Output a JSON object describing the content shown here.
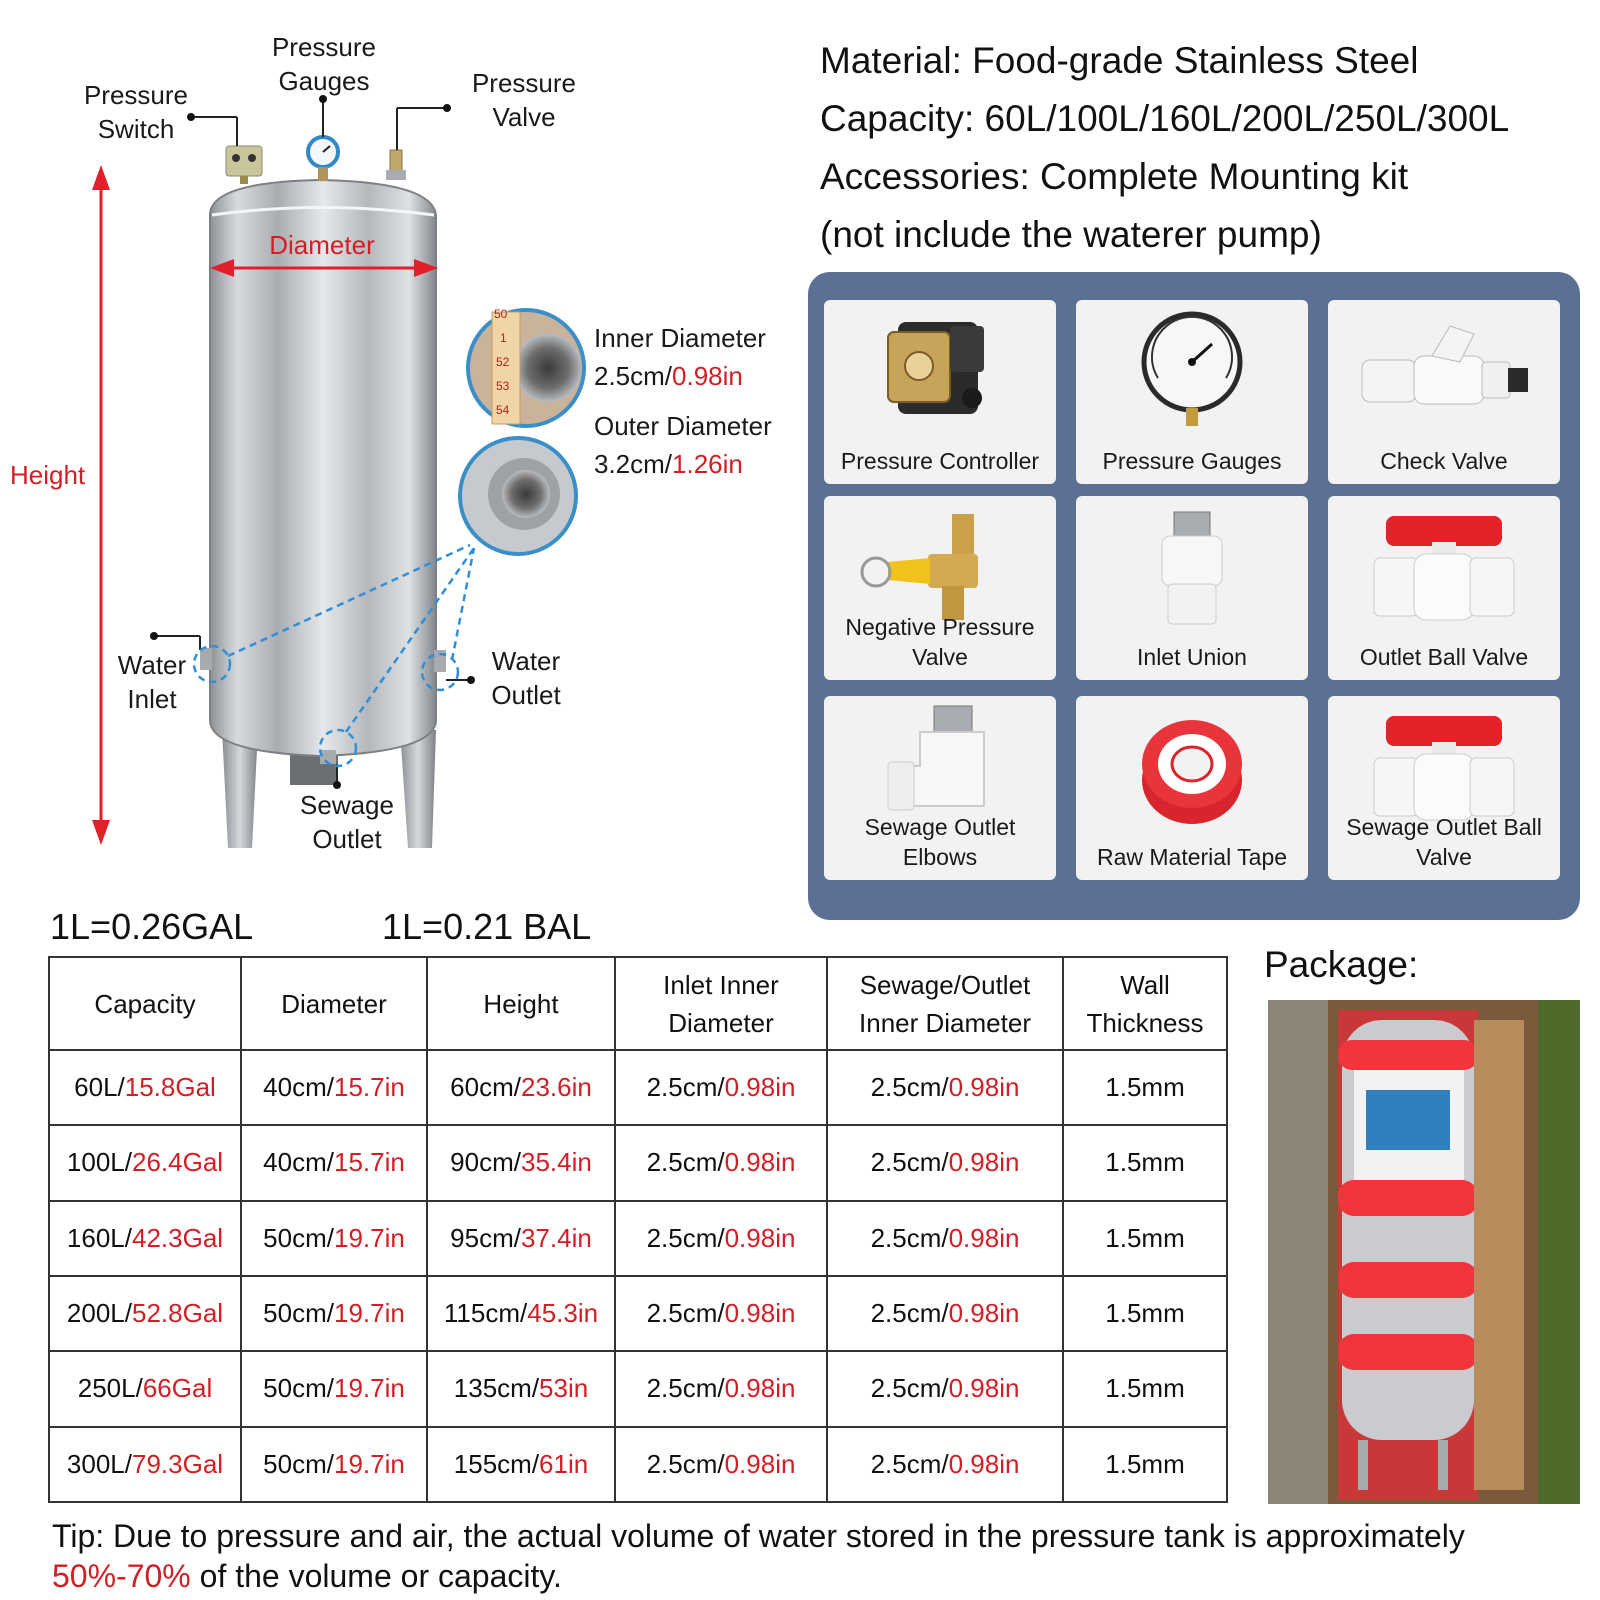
{
  "diagram": {
    "pressure_switch": "Pressure\nSwitch",
    "pressure_gauges": "Pressure\nGauges",
    "pressure_valve": "Pressure\nValve",
    "diameter": "Diameter",
    "height": "Height",
    "water_inlet": "Water\nInlet",
    "water_outlet": "Water\nOutlet",
    "sewage_outlet": "Sewage\nOutlet",
    "inner_diameter_title": "Inner Diameter",
    "inner_diameter_cm": "2.5cm/",
    "inner_diameter_in": "0.98in",
    "outer_diameter_title": "Outer Diameter",
    "outer_diameter_cm": "3.2cm/",
    "outer_diameter_in": "1.26in",
    "ruler_ticks": [
      "50",
      "1",
      "52",
      "53",
      "54"
    ]
  },
  "specs": {
    "material": "Material: Food-grade Stainless Steel",
    "capacity": "Capacity: 60L/100L/160L/200L/250L/300L",
    "accessories": "Accessories: Complete Mounting kit",
    "note": "(not include the waterer pump)"
  },
  "accessories": [
    {
      "label": "Pressure Controller",
      "icon": "pressure-controller-icon"
    },
    {
      "label": "Pressure Gauges",
      "icon": "pressure-gauge-icon"
    },
    {
      "label": "Check Valve",
      "icon": "check-valve-icon"
    },
    {
      "label": "Negative Pressure Valve",
      "icon": "negative-pressure-valve-icon"
    },
    {
      "label": "Inlet Union",
      "icon": "inlet-union-icon"
    },
    {
      "label": "Outlet Ball Valve",
      "icon": "ball-valve-icon"
    },
    {
      "label": "Sewage Outlet Elbows",
      "icon": "elbow-icon"
    },
    {
      "label": "Raw Material Tape",
      "icon": "tape-icon"
    },
    {
      "label": "Sewage Outlet Ball Valve",
      "icon": "ball-valve-icon"
    }
  ],
  "conversions": {
    "gal": "1L=0.26GAL",
    "bal": "1L=0.21 BAL"
  },
  "table": {
    "headers": [
      "Capacity",
      "Diameter",
      "Height",
      "Inlet Inner Diameter",
      "Sewage/Outlet Inner Diameter",
      "Wall Thickness"
    ],
    "rows": [
      [
        [
          "60L/",
          "15.8Gal"
        ],
        [
          "40cm/",
          "15.7in"
        ],
        [
          "60cm/",
          "23.6in"
        ],
        [
          "2.5cm/",
          "0.98in"
        ],
        [
          "2.5cm/",
          "0.98in"
        ],
        [
          "1.5mm",
          ""
        ]
      ],
      [
        [
          "100L/",
          "26.4Gal"
        ],
        [
          "40cm/",
          "15.7in"
        ],
        [
          "90cm/",
          "35.4in"
        ],
        [
          "2.5cm/",
          "0.98in"
        ],
        [
          "2.5cm/",
          "0.98in"
        ],
        [
          "1.5mm",
          ""
        ]
      ],
      [
        [
          "160L/",
          "42.3Gal"
        ],
        [
          "50cm/",
          "19.7in"
        ],
        [
          "95cm/",
          "37.4in"
        ],
        [
          "2.5cm/",
          "0.98in"
        ],
        [
          "2.5cm/",
          "0.98in"
        ],
        [
          "1.5mm",
          ""
        ]
      ],
      [
        [
          "200L/",
          "52.8Gal"
        ],
        [
          "50cm/",
          "19.7in"
        ],
        [
          "115cm/",
          "45.3in"
        ],
        [
          "2.5cm/",
          "0.98in"
        ],
        [
          "2.5cm/",
          "0.98in"
        ],
        [
          "1.5mm",
          ""
        ]
      ],
      [
        [
          "250L/",
          "66Gal"
        ],
        [
          "50cm/",
          "19.7in"
        ],
        [
          "135cm/",
          "53in"
        ],
        [
          "2.5cm/",
          "0.98in"
        ],
        [
          "2.5cm/",
          "0.98in"
        ],
        [
          "1.5mm",
          ""
        ]
      ],
      [
        [
          "300L/",
          "79.3Gal"
        ],
        [
          "50cm/",
          "19.7in"
        ],
        [
          "155cm/",
          "61in"
        ],
        [
          "2.5cm/",
          "0.98in"
        ],
        [
          "2.5cm/",
          "0.98in"
        ],
        [
          "1.5mm",
          ""
        ]
      ]
    ]
  },
  "package": {
    "title": "Package:"
  },
  "tip": {
    "prefix": "Tip:",
    "text": " Due to pressure and air, the actual volume of water stored in the pressure tank is approximately ",
    "highlight": "50%-70%",
    "suffix": " of the volume or capacity."
  },
  "colors": {
    "accent_red": "#d21f26",
    "panel_blue": "#5b7094",
    "dashed_blue": "#2f8fd8"
  }
}
